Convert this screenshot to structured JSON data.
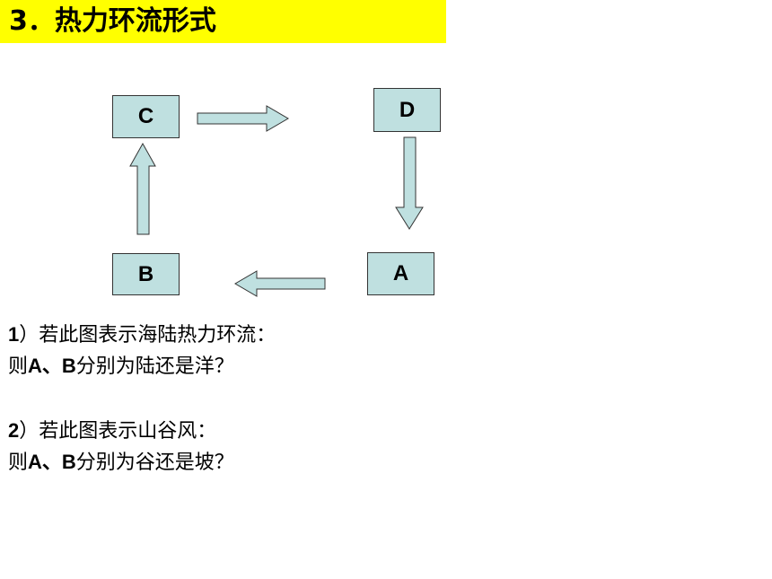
{
  "title": "3．热力环流形式",
  "nodes": {
    "c": "C",
    "d": "D",
    "b": "B",
    "a": "A"
  },
  "arrows": [
    "C→D",
    "D→A",
    "A→B",
    "B→C"
  ],
  "colors": {
    "title_background": "#ffff00",
    "box_fill": "#bfe0e0",
    "arrow_fill": "#bfe0e0",
    "outline": "#333333"
  },
  "questions": [
    {
      "number": "1",
      "line1": "）若此图表示海陆热力环流：",
      "line2_prefix": "则",
      "line2_bold": "A、B",
      "line2_suffix": "分别为陆还是洋？"
    },
    {
      "number": "2",
      "line1": "）若此图表示山谷风：",
      "line2_prefix": "则",
      "line2_bold": "A、B",
      "line2_suffix": "分别为谷还是坡？"
    }
  ]
}
